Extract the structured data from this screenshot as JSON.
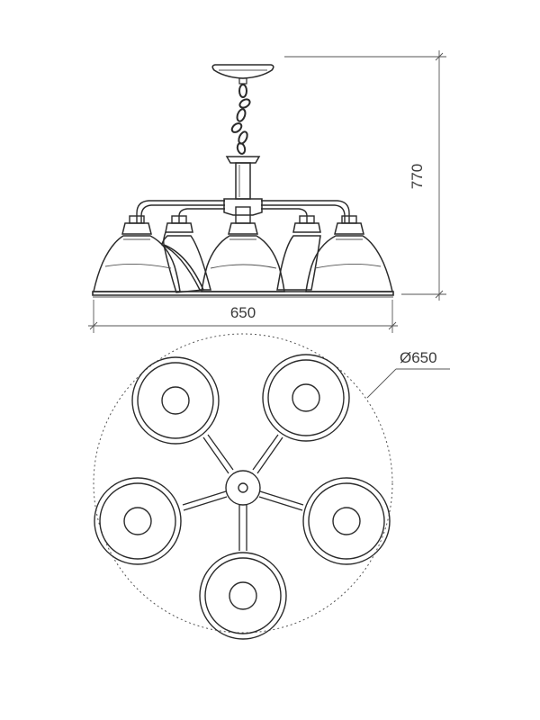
{
  "dimensions": {
    "height": "770",
    "width": "650",
    "diameter": "Ø650"
  },
  "views": {
    "side": {
      "arm_count": 5
    },
    "top": {
      "shade_count": 5
    }
  }
}
